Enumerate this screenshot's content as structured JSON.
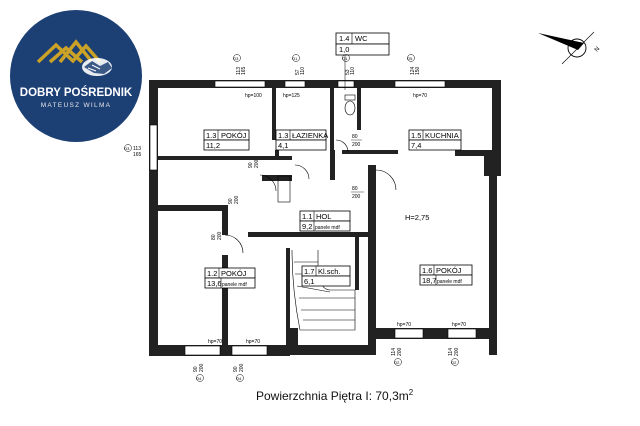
{
  "logo": {
    "name": "DOBRY POŚREDNIK",
    "subtitle": "MATEUSZ WILMA",
    "colors": {
      "circle": "#1c3f74",
      "gold": "#c9a227"
    }
  },
  "compass": {
    "label": "N"
  },
  "rooms": [
    {
      "id": "1.4",
      "name": "WC",
      "area": "1,0"
    },
    {
      "id": "1.3",
      "name": "POKÓJ",
      "area": "11,2"
    },
    {
      "id": "1.3",
      "name": "ŁAZIENKA",
      "area": "4,1"
    },
    {
      "id": "1.5",
      "name": "KUCHNIA",
      "area": "7,4"
    },
    {
      "id": "1.1",
      "name": "HOL",
      "area": "9,2",
      "floor": "panele mdf"
    },
    {
      "id": "1.2",
      "name": "POKÓJ",
      "area": "13,6",
      "floor": "panele mdf"
    },
    {
      "id": "1.7",
      "name": "Kl.sch.",
      "area": "6,1"
    },
    {
      "id": "1.6",
      "name": "POKÓJ",
      "area": "18,7",
      "floor": "panele mdf"
    }
  ],
  "height_label": "H=2,75",
  "window_sill_labels": [
    "hp=100",
    "hp=125",
    "hp=70",
    "hp=70",
    "hp=70",
    "hp=70",
    "hp=70"
  ],
  "door_labels": [
    {
      "w": "80",
      "h": "200"
    },
    {
      "w": "90",
      "h": "200"
    },
    {
      "w": "90",
      "h": "200"
    },
    {
      "w": "80",
      "h": "200"
    },
    {
      "w": "80",
      "h": "200"
    }
  ],
  "window_dims": [
    "113",
    "57",
    "53",
    "124",
    "113",
    "90",
    "90",
    "114",
    "114"
  ],
  "window_heights": [
    "165",
    "110",
    "110",
    "150",
    "165",
    "200",
    "200",
    "200",
    "200"
  ],
  "window_codes": [
    "O3",
    "O1",
    "O1",
    "O5",
    "O3",
    "O4",
    "O4",
    "O2",
    "O2"
  ],
  "total_area": {
    "prefix": "Powierzchnia Piętra I: 70,3m",
    "superscript": "2"
  }
}
